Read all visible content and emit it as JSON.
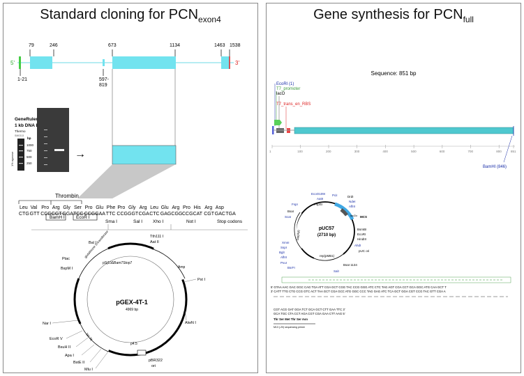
{
  "left": {
    "title_main": "Standard cloning for PCN",
    "title_sub": "exon4",
    "gene": {
      "five_prime": "5'",
      "three_prime": "3'",
      "top_labels": [
        "79",
        "246",
        "673",
        "1134",
        "1463",
        "1538"
      ],
      "bottom_labels": [
        "1-21",
        "597-",
        "819"
      ]
    },
    "gel": {
      "ladder_name_line1": "GeneRuler",
      "ladder_name_line2": "1 kb DNA Ladder",
      "ladder_brand": "Thermo",
      "ladder_id": "SM0313",
      "bp_header": "bp",
      "bp_values": [
        "1000",
        "750",
        "500",
        "250"
      ],
      "agarose": "1% agarose",
      "arrow": "→"
    },
    "seq": {
      "thrombin": "Thrombin",
      "aa": [
        "Leu",
        "Val",
        "Pro",
        "Arg",
        "Gly",
        "Ser",
        "Pro",
        "Glu",
        "Phe",
        "Pro",
        "Gly",
        "Arg",
        "Leu",
        "Glu",
        "Arg",
        "Pro",
        "His",
        "Arg",
        "Asp"
      ],
      "codons": [
        "CTG",
        "GTT",
        "CCG",
        "CGT",
        "GGA",
        "TCC",
        "CCG",
        "GAA",
        "TTC",
        "CCG",
        "GGT",
        "CGA",
        "CTC",
        "GAG",
        "CGG",
        "CCG",
        "CAT",
        "CGT",
        "GAC",
        "TGA"
      ],
      "sites": [
        "BamH I",
        "EcoR I",
        "Sma I",
        "Sal I",
        "Xho I",
        "Not I",
        "Stop codons"
      ]
    },
    "plasmid": {
      "name": "pGEX-4T-1",
      "size": "4969 bp",
      "labels": {
        "bal": "Bal I",
        "tth": "Tth111 I",
        "aat": "Aat II",
        "ptac": "Ptac",
        "bsp": "BspM I",
        "amp": "Amp",
        "pst": "Pst I",
        "nar": "Nar I",
        "eco": "EcoR V",
        "bsu": "BsuH II",
        "apa": "Apa I",
        "bst": "BstE II",
        "mlu": "Mlu I",
        "alw": "AlwN I",
        "pbr": "pBR322",
        "ori": "ori",
        "psj": "pSj10ΔBam7Stop7",
        "p45": "p4.5",
        "laci": "lac Iq",
        "gst": "glutathione S-transferase"
      }
    }
  },
  "right": {
    "title_main": "Gene synthesis for PCN",
    "title_sub": "full",
    "sequence_label": "Sequence: 851 bp",
    "features": {
      "ecori": "EcoRI (1)",
      "t7": "T7_promoter",
      "laco": "lacO",
      "rbs": "T7_trans_en_RBS",
      "bamhi": "BamHI (846)"
    },
    "ruler": [
      "1",
      "100",
      "200",
      "300",
      "400",
      "500",
      "600",
      "700",
      "800",
      "851"
    ],
    "puc": {
      "name": "pUC57",
      "size": "(2710 bp)",
      "labels": {
        "ecoo": "EcoO109I",
        "aat": "AatII",
        "pci": "PciI",
        "drd": "DrdI",
        "ndei": "NdeI",
        "afliii": "AflIII",
        "psps": "PspSI",
        "fsp": "FspI",
        "bsa": "BsaI",
        "sca": "ScaI",
        "xmn": "XmnI",
        "bla": "bla(Ap)",
        "lacz": "lacZα",
        "mcs": "MCS",
        "ssp": "SspI",
        "bgl": "BglI",
        "afli": "AflIII",
        "puc": "pUC ori",
        "bsmi": "BsmBI",
        "ecoi": "EcoRI",
        "hind": "HindIII",
        "rep": "rep(pMB1)",
        "bsai": "BsaI 1134",
        "sali": "SalI",
        "ahd": "AhdI",
        "pvu": "PvuI",
        "bsr": "BsrFI"
      }
    },
    "seq_lines": [
      "5'  GTAA AAC GAC GGC CAG TGA ATT CGA GCT CGG TAC CCG GGG ATC CTC TAG AGT CGA CCT GCA GGC ATG CAA GCT T",
      "3'  CATT TTG CTG CCG GTC ACT TAA GCT CGA GCC ATG GGC CCC TAG GAG ATC TCA GCT GGA CGT CCG TAC GTT CGA A",
      "CGT ACG GAT GGA TCT GCA GCT CTT GAA TTC 3'",
      "GCA TGC CTA CCT AGA CGT CGA GAA CTT AAG 5'"
    ],
    "seq_aa": "Thr Ser Met Thr Ser Asn",
    "seq_caption": "M13 (-20) sequencing primer"
  }
}
